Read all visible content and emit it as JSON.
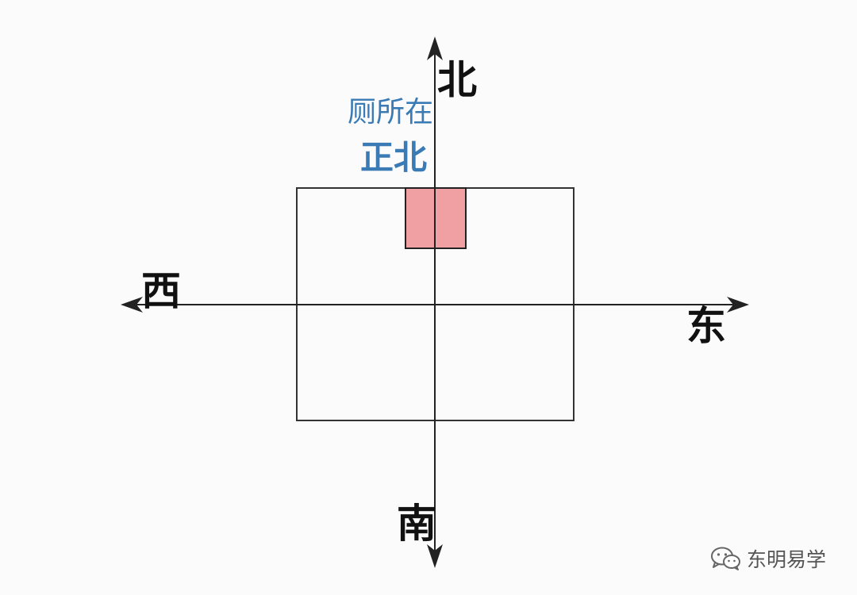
{
  "directions": {
    "north": "北",
    "south": "南",
    "east": "东",
    "west": "西"
  },
  "toilet": {
    "text": "厕所在",
    "direction": "正北"
  },
  "colors": {
    "toilet_fill": "#f0a0a3",
    "line": "#222222",
    "caption": "#3a7ab5"
  },
  "watermark": {
    "icon": "wechat-icon",
    "text": "东明易学"
  }
}
